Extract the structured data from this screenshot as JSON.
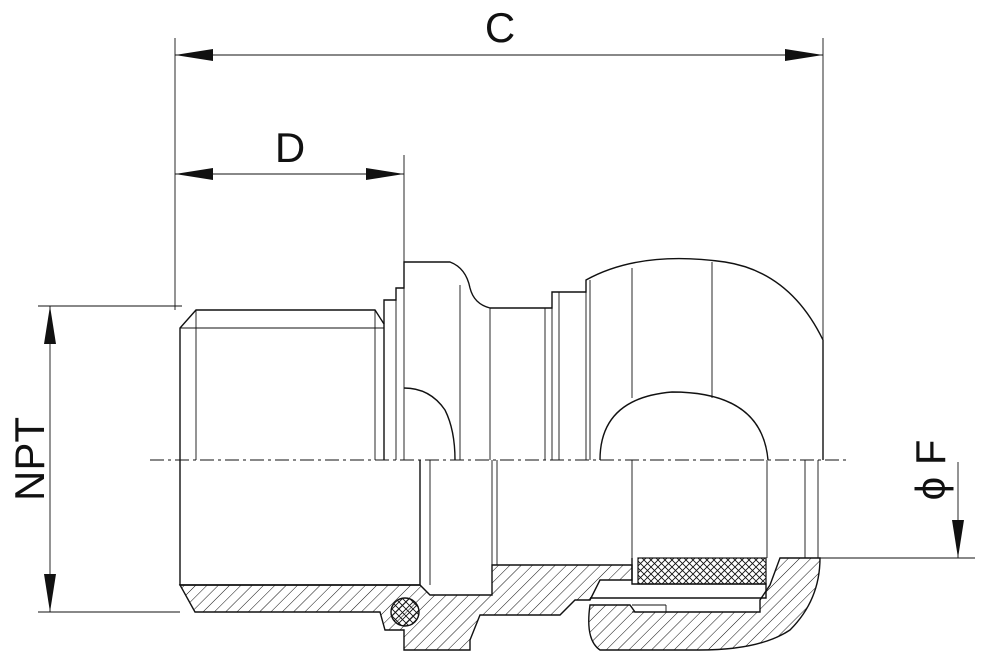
{
  "labels": {
    "overall_length": "C",
    "thread_length": "D",
    "thread_size": "NPT",
    "cable_diameter": "ϕ F"
  }
}
